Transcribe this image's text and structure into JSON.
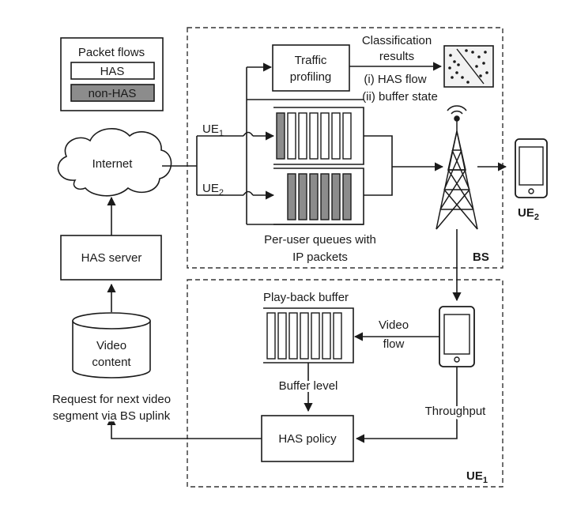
{
  "legend": {
    "title": "Packet flows",
    "has": "HAS",
    "non_has": "non-HAS"
  },
  "nodes": {
    "traffic_profiling_1": "Traffic",
    "traffic_profiling_2": "profiling",
    "internet": "Internet",
    "has_server": "HAS server",
    "video_content_1": "Video",
    "video_content_2": "content",
    "has_policy": "HAS policy",
    "ue1_branch": "UE",
    "ue1_sub": "1",
    "ue2_branch": "UE",
    "ue2_sub": "2",
    "ue2_device": "UE",
    "ue2_device_sub": "2"
  },
  "labels": {
    "classification_1": "Classification",
    "classification_2": "results",
    "has_flow": "(i) HAS flow",
    "buffer_state": "(ii) buffer state",
    "queues_1": "Per-user queues with",
    "queues_2": "IP packets",
    "playback_buffer": "Play-back buffer",
    "video_flow_1": "Video",
    "video_flow_2": "flow",
    "buffer_level": "Buffer level",
    "throughput": "Throughput",
    "request_1": "Request for next video",
    "request_2": "segment via BS uplink"
  },
  "regions": {
    "bs": "BS",
    "ue1": "UE",
    "ue1_sub": "1"
  }
}
